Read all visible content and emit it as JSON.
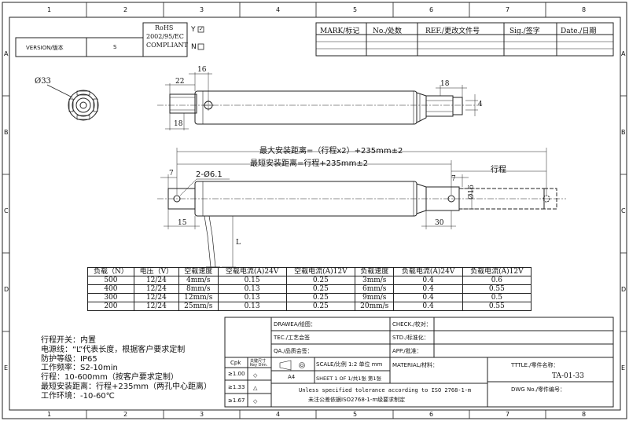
{
  "frame": {
    "cols": [
      "1",
      "2",
      "3",
      "4",
      "5",
      "6",
      "7",
      "8"
    ],
    "rows": [
      "A",
      "B",
      "C",
      "D",
      "E"
    ]
  },
  "version_block": {
    "version_label": "VERSION/版本",
    "version_value": "S",
    "rohs_line1": "RoHS",
    "rohs_line2": "2002/95/EC",
    "rohs_line3": "COMPLIANT",
    "yes_label": "Y",
    "no_label": "N"
  },
  "revision_header": {
    "mark": "MARK/标记",
    "no": "No./处数",
    "ref": "REF./更改文件号",
    "sig": "Sig./签字",
    "date": "Date./日期"
  },
  "top_view": {
    "dia": "Ø33",
    "dim_16": "16",
    "dim_22": "22",
    "dim_18_left": "18",
    "dim_18_right": "18",
    "dim_4": "4"
  },
  "side_view": {
    "max_install": "最大安装距离=（行程x2）+235mm±2",
    "min_install": "最短安装距离=行程+235mm±2",
    "stroke": "行程",
    "dim_7_left": "7",
    "holes": "2-Ø6.1",
    "dim_15": "15",
    "dim_7_right": "7",
    "dim_30": "30",
    "dia_16": "Ø16",
    "dim_L": "L"
  },
  "spec_table": {
    "headers": [
      "负载（N）",
      "电压（V）",
      "空载速度",
      "空载电流(A)24V",
      "空载电流(A)12V",
      "负载速度",
      "负载电流(A)24V",
      "负载电流(A)12V"
    ],
    "rows": [
      [
        "500",
        "12/24",
        "4mm/s",
        "0.15",
        "0.25",
        "3mm/s",
        "0.4",
        "0.6"
      ],
      [
        "400",
        "12/24",
        "8mm/s",
        "0.13",
        "0.25",
        "6mm/s",
        "0.4",
        "0.55"
      ],
      [
        "300",
        "12/24",
        "12mm/s",
        "0.13",
        "0.25",
        "9mm/s",
        "0.4",
        "0.5"
      ],
      [
        "200",
        "12/24",
        "25mm/s",
        "0.13",
        "0.25",
        "20mm/s",
        "0.4",
        "0.55"
      ]
    ]
  },
  "notes": [
    "行程开关：内置",
    "电源线：“L”代表长度，根据客户要求定制",
    "防护等级：IP65",
    "工作频率：S2-10min",
    "行程：10-600mm（按客户要求定制）",
    "最短安装距离：行程+235mm（两孔中心距离）",
    "工作环境：-10-60℃"
  ],
  "title_block": {
    "drawn": "DRAWEA/绘图：",
    "check": "CHECK./校对：",
    "tec": "TEC./工艺会签",
    "std": "STD./标准化：",
    "qa": "QA./品质会签：",
    "app": "APP./批准：",
    "cpk": "Cpk",
    "key_dim": "关键尺寸",
    "key_dim2": "Key Dim.",
    "cpk_vals": [
      "≥1.00",
      "≥1.33",
      "≥1.67"
    ],
    "paper": "A4",
    "scale": "SCALE/比例  1:2 单位 mm",
    "sheet": "SHEET 1 OF 1/共1张 第1张",
    "material": "MATERIAL/材料：",
    "tolerance_en": "Unless specified tolerance according to ISO 2768-1-m",
    "tolerance_cn": "未注公差依据ISO2768-1-m级要求制定",
    "title_label": "TTTLE./零件名称：",
    "title_value": "TA-01-33",
    "dwg_label": "DWG No./零件编号："
  }
}
